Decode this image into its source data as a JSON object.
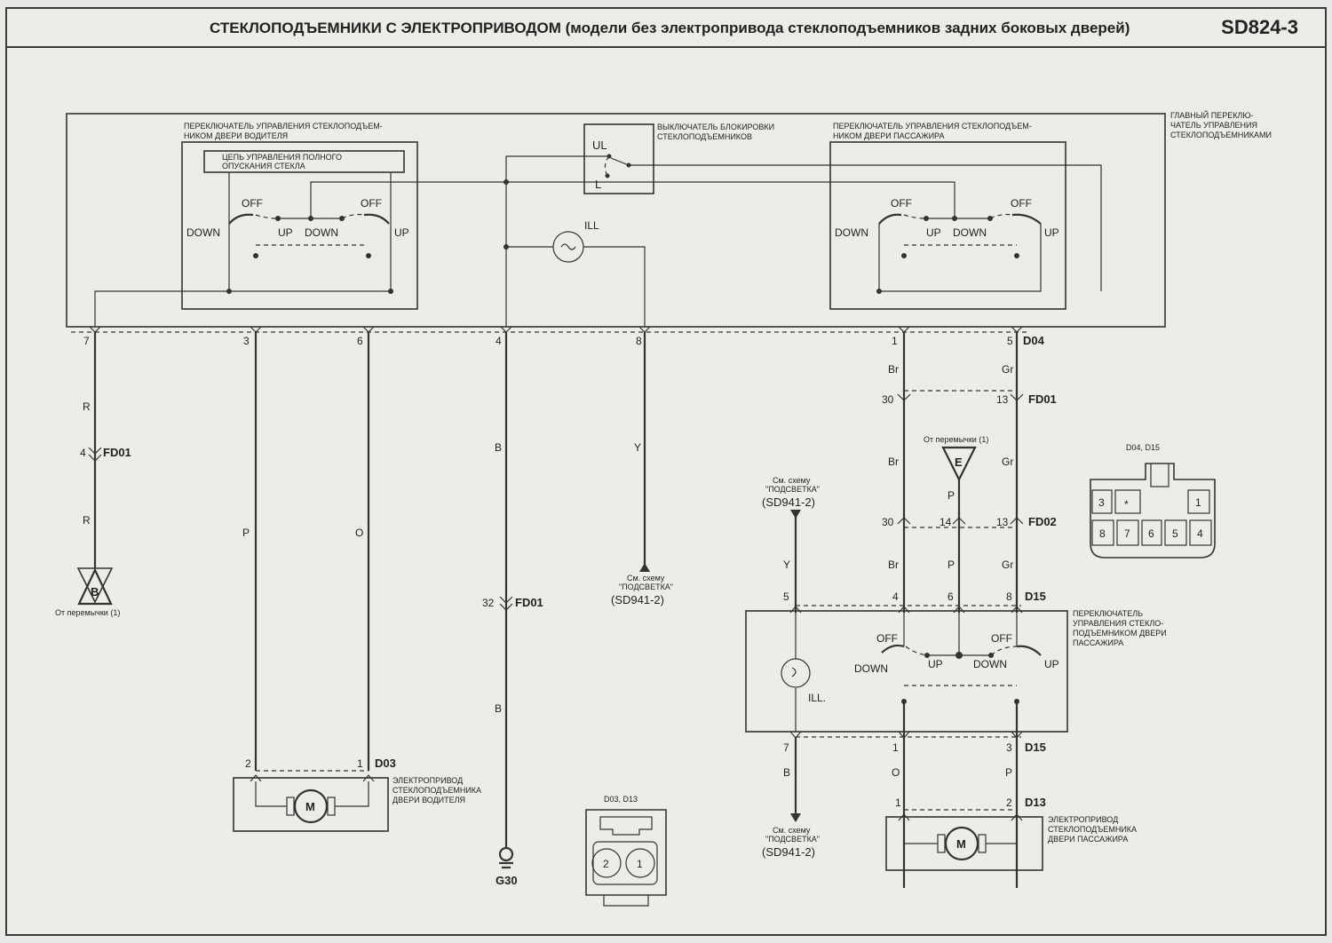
{
  "title": {
    "main": "СТЕКЛОПОДЪЕМНИКИ С ЭЛЕКТРОПРИВОДОМ",
    "sub": "(модели без электропривода стеклоподъемников задних боковых дверей)",
    "code": "SD824-3"
  },
  "main_switch": {
    "label_line1": "ГЛАВНЫЙ ПЕРЕКЛЮ-",
    "label_line2": "ЧАТЕЛЬ УПРАВЛЕНИЯ",
    "label_line3": "СТЕКЛОПОДЪЕМНИКАМИ",
    "driver_switch_line1": "ПЕРЕКЛЮЧАТЕЛЬ УПРАВЛЕНИЯ СТЕКЛОПОДЪЕМ-",
    "driver_switch_line2": "НИКОМ ДВЕРИ ВОДИТЕЛЯ",
    "auto_down_line1": "ЦЕПЬ УПРАВЛЕНИЯ ПОЛНОГО",
    "auto_down_line2": "ОПУСКАНИЯ СТЕКЛА",
    "lock_switch_line1": "ВЫКЛЮЧАТЕЛЬ БЛОКИРОВКИ",
    "lock_switch_line2": "СТЕКЛОПОДЪЕМНИКОВ",
    "lock_ul": "UL",
    "lock_l": "L",
    "ill": "ILL",
    "passenger_switch_line1": "ПЕРЕКЛЮЧАТЕЛЬ УПРАВЛЕНИЯ СТЕКЛОПОДЪЕМ-",
    "passenger_switch_line2": "НИКОМ ДВЕРИ ПАССАЖИРА",
    "off": "OFF",
    "up": "UP",
    "down": "DOWN"
  },
  "connector_D04": {
    "name": "D04",
    "pins": [
      "7",
      "3",
      "6",
      "4",
      "8",
      "1",
      "5"
    ]
  },
  "wires": {
    "r": "R",
    "p": "P",
    "o": "O",
    "b": "B",
    "y": "Y",
    "br": "Br",
    "gr": "Gr"
  },
  "fd01": {
    "name": "FD01",
    "pin_4": "4",
    "pin_32": "32",
    "pin_30": "30",
    "pin_13": "13"
  },
  "fd02": {
    "name": "FD02",
    "pin_30": "30",
    "pin_14": "14",
    "pin_13": "13"
  },
  "jumper_b": {
    "letter": "B",
    "caption": "От перемычки (1)"
  },
  "jumper_e": {
    "letter": "E",
    "caption": "От перемычки (1)"
  },
  "ref_lighting": {
    "line1": "См. схему",
    "line2": "\"ПОДСВЕТКА\"",
    "code": "(SD941-2)"
  },
  "ground": {
    "name": "G30"
  },
  "driver_motor": {
    "connector": "D03",
    "pin_2": "2",
    "pin_1": "1",
    "m": "M",
    "label_line1": "ЭЛЕКТРОПРИВОД",
    "label_line2": "СТЕКЛОПОДЪЕМНИКА",
    "label_line3": "ДВЕРИ ВОДИТЕЛЯ"
  },
  "passenger_switch": {
    "connector": "D15",
    "pin_5": "5",
    "pin_4": "4",
    "pin_6": "6",
    "pin_8": "8",
    "pin_7": "7",
    "pin_1": "1",
    "pin_3": "3",
    "ill": "ILL.",
    "label_line1": "ПЕРЕКЛЮЧАТЕЛЬ",
    "label_line2": "УПРАВЛЕНИЯ СТЕКЛО-",
    "label_line3": "ПОДЪЕМНИКОМ ДВЕРИ",
    "label_line4": "ПАССАЖИРА"
  },
  "passenger_motor": {
    "connector": "D13",
    "pin_1": "1",
    "pin_2": "2",
    "m": "M",
    "label_line1": "ЭЛЕКТРОПРИВОД",
    "label_line2": "СТЕКЛОПОДЪЕМНИКА",
    "label_line3": "ДВЕРИ ПАССАЖИРА"
  },
  "connector_view_d04": {
    "title": "D04, D15",
    "pins": [
      "3",
      "*",
      "1",
      "8",
      "7",
      "6",
      "5",
      "4"
    ]
  },
  "connector_view_d03": {
    "title": "D03, D13",
    "pins": [
      "2",
      "1"
    ]
  }
}
